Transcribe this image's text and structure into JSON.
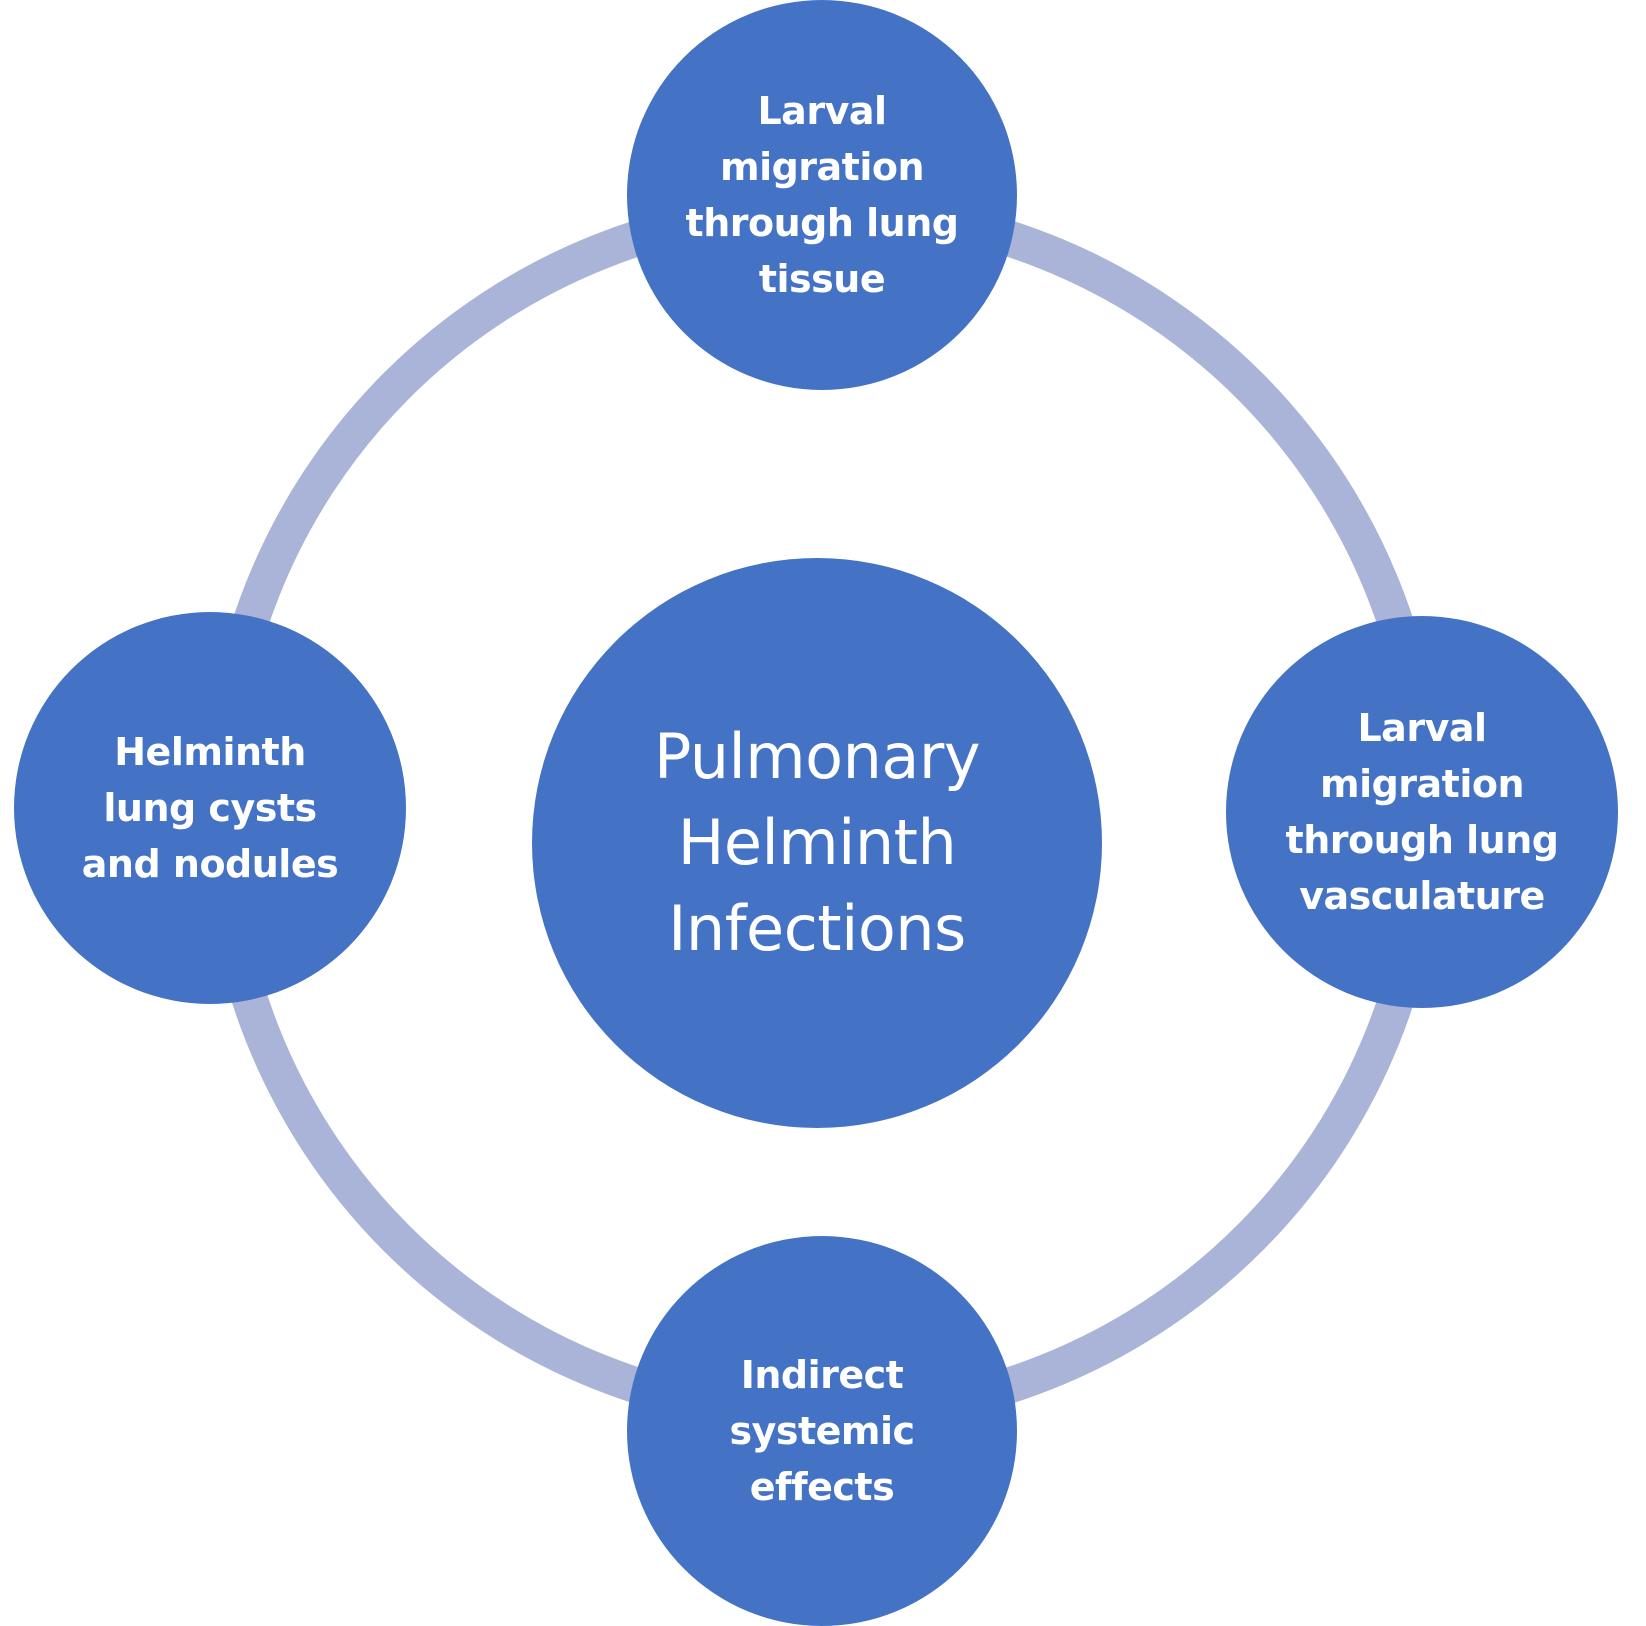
{
  "colors": {
    "node_fill": "#4472c4",
    "ring_stroke": "#a9b4d8",
    "background": "#ffffff",
    "text": "#ffffff"
  },
  "center": {
    "lines": [
      "Pulmonary",
      "Helminth",
      "Infections"
    ]
  },
  "nodes": {
    "top": {
      "lines": [
        "Larval",
        "migration",
        "through lung",
        "tissue"
      ]
    },
    "right": {
      "lines": [
        "Larval",
        "migration",
        "through lung",
        "vasculature"
      ]
    },
    "bottom": {
      "lines": [
        "Indirect",
        "systemic",
        "effects"
      ]
    },
    "left": {
      "lines": [
        "Helminth",
        "lung cysts",
        "and nodules"
      ]
    }
  }
}
